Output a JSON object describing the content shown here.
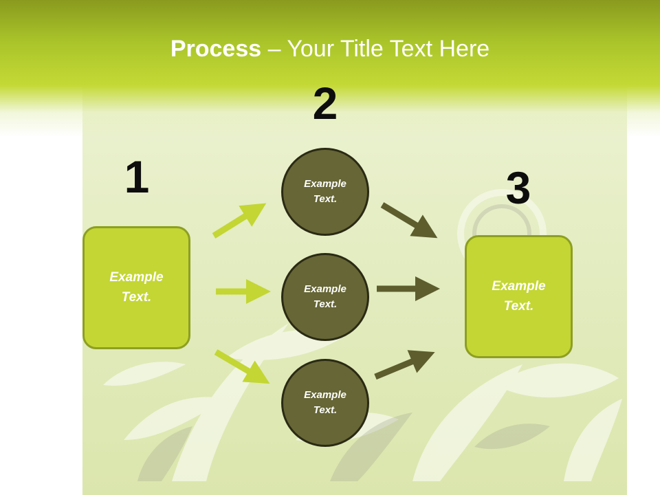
{
  "title": {
    "bold": "Process",
    "rest": " – Your Title Text Here"
  },
  "steps": {
    "one": "1",
    "two": "2",
    "three": "3"
  },
  "boxes": {
    "left": "Example\nText.",
    "right": "Example\nText."
  },
  "circles": {
    "top": "Example\nText.",
    "middle": "Example\nText.",
    "bottom": "Example\nText."
  },
  "colors": {
    "light_green": "#c3d633",
    "olive": "#666636",
    "arrow_light": "#c3d633",
    "arrow_dark": "#5d5d2e"
  },
  "icons": [
    "arrow-right-icon",
    "flower-decoration"
  ]
}
